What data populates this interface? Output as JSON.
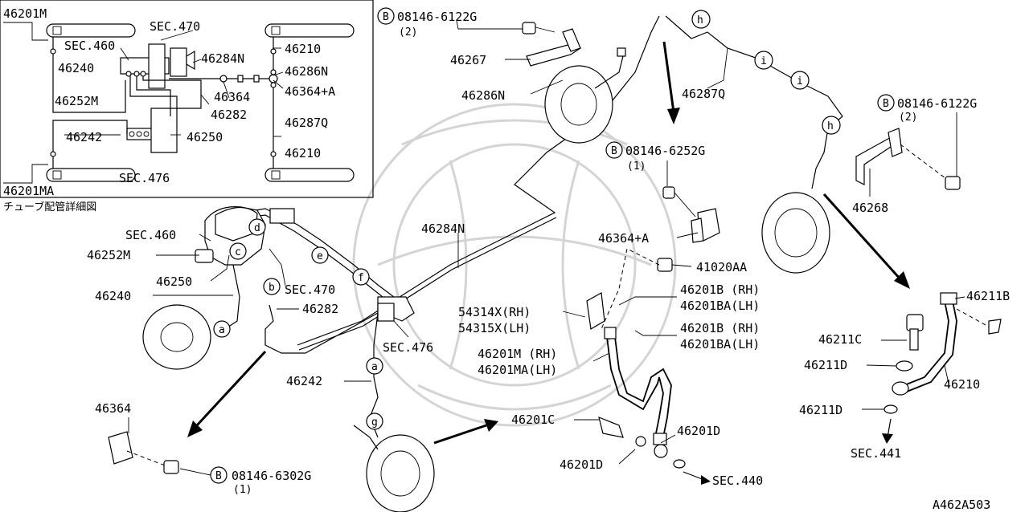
{
  "inset": {
    "title": "チューブ配管詳細図",
    "labels": {
      "p46201M": "46201M",
      "sec460": "SEC.460",
      "sec470": "SEC.470",
      "p46240": "46240",
      "p46284N": "46284N",
      "p46210_top": "46210",
      "p46286N": "46286N",
      "p46364A": "46364+A",
      "p46364": "46364",
      "p46252M": "46252M",
      "p46282": "46282",
      "p46287Q": "46287Q",
      "p46242": "46242",
      "p46250": "46250",
      "p46210_bot": "46210",
      "sec476": "SEC.476",
      "p46201MA": "46201MA"
    }
  },
  "main": {
    "bolt_top": {
      "prefix": "B",
      "part": "08146-6122G",
      "qty": "(2)"
    },
    "bolt_right": {
      "prefix": "B",
      "part": "08146-6122G",
      "qty": "(2)"
    },
    "bolt_mid": {
      "prefix": "B",
      "part": "08146-6252G",
      "qty": "(1)"
    },
    "bolt_bottom": {
      "prefix": "B",
      "part": "08146-6302G",
      "qty": "(1)"
    },
    "labels": {
      "p46267": "46267",
      "p46286N": "46286N",
      "p46287Q": "46287Q",
      "p46268": "46268",
      "p46284N": "46284N",
      "p46364A": "46364+A",
      "p41020AA": "41020AA",
      "sec460": "SEC.460",
      "p46252M": "46252M",
      "p46250": "46250",
      "sec470": "SEC.470",
      "p46240": "46240",
      "p46282": "46282",
      "p46201B_rh_1": "46201B (RH)",
      "p46201BA_lh_1": "46201BA(LH)",
      "p54314X": "54314X(RH)",
      "p54315X": "54315X(LH)",
      "p46201B_rh_2": "46201B (RH)",
      "p46201BA_lh_2": "46201BA(LH)",
      "sec476": "SEC.476",
      "p46201M": "46201M (RH)",
      "p46201MA": "46201MA(LH)",
      "p46211B": "46211B",
      "p46211C": "46211C",
      "p46211D_1": "46211D",
      "p46210": "46210",
      "p46211D_2": "46211D",
      "sec441": "SEC.441",
      "p46242": "46242",
      "p46364": "46364",
      "p46201C": "46201C",
      "p46201D_1": "46201D",
      "p46201D_2": "46201D",
      "sec440": "SEC.440"
    },
    "circle_letters": {
      "h1": "h",
      "i1": "i",
      "i2": "i",
      "h2": "h",
      "d": "d",
      "c": "c",
      "e": "e",
      "f": "f",
      "b": "b",
      "a1": "a",
      "a2": "a",
      "g": "g"
    },
    "figure_code": "A462A503"
  }
}
